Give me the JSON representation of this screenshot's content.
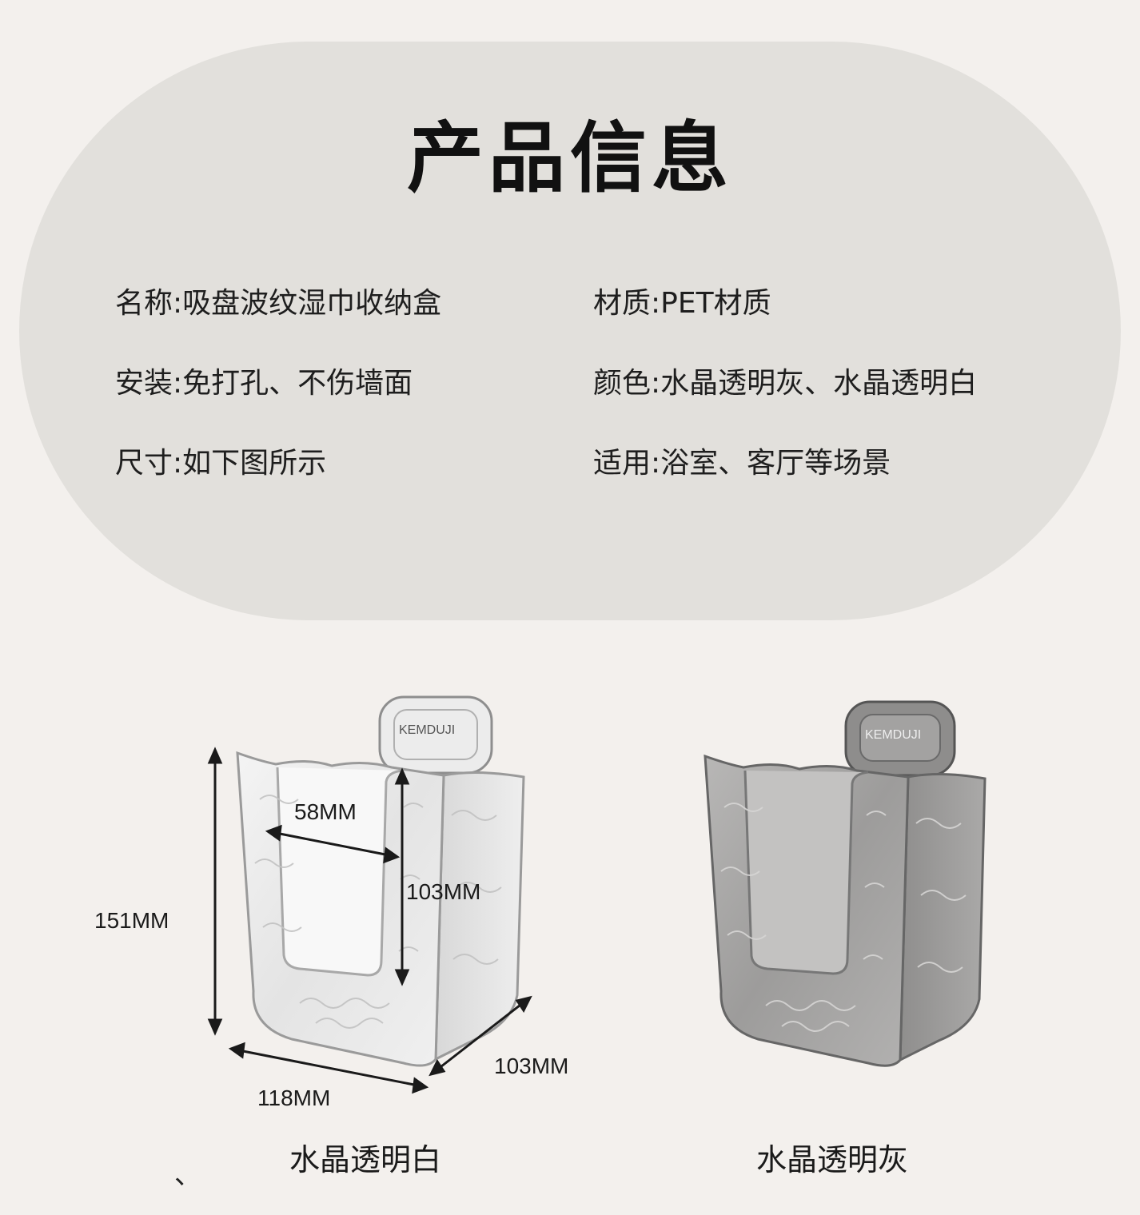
{
  "title": "产品信息",
  "specs": {
    "name": "名称:吸盘波纹湿巾收纳盒",
    "material": "材质:PET材质",
    "install": "安装:免打孔、不伤墙面",
    "color": "颜色:水晶透明灰、水晶透明白",
    "size": "尺寸:如下图所示",
    "usage": "适用:浴室、客厅等场景"
  },
  "dimensions": {
    "height": "151MM",
    "width": "118MM",
    "depth": "103MM",
    "opening_width": "58MM",
    "opening_height": "103MM"
  },
  "brand": "KEMDUJI",
  "variants": {
    "white": "水晶透明白",
    "gray": "水晶透明灰"
  },
  "stray_mark": "、",
  "colors": {
    "background": "#f3f0ed",
    "card": "#e2e0dc",
    "white_box_edge": "#9a9a9a",
    "gray_box_body": "#a5a4a3"
  }
}
